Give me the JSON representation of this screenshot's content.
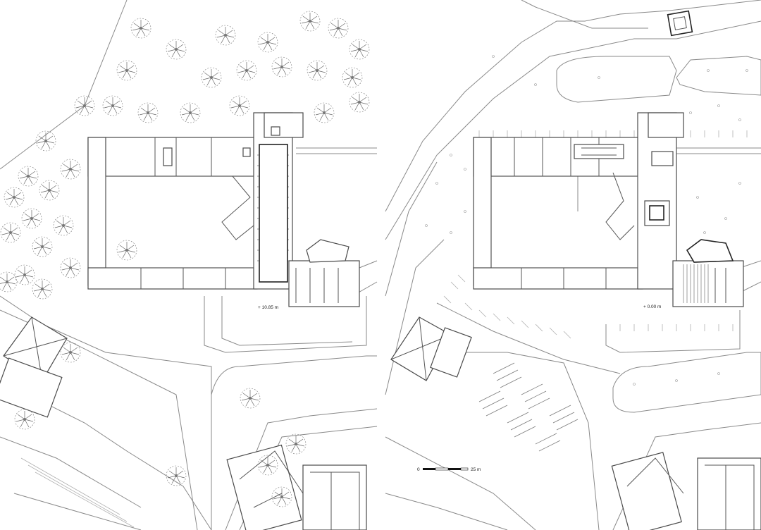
{
  "left_plan": {
    "elevation_label": "+ 10.85 m"
  },
  "right_plan": {
    "elevation_label": "+ 0.00 m"
  },
  "scale_bar": {
    "start_label": "0",
    "end_label": "25 m"
  },
  "colors": {
    "line": "#8a8a8a",
    "wall": "#4a4a4a",
    "background": "#ffffff"
  }
}
